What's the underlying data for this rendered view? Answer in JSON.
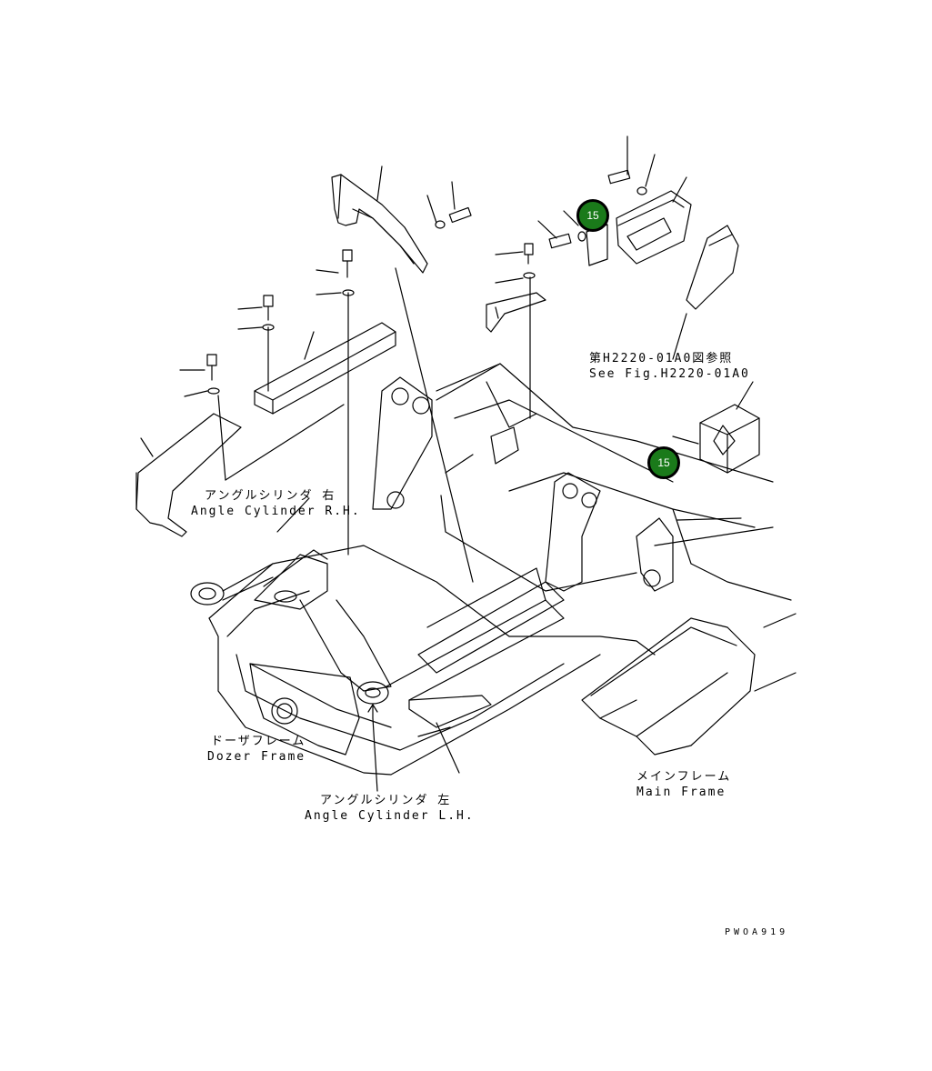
{
  "labels": {
    "angle_cyl_rh_jp": "アングルシリンダ 右",
    "angle_cyl_rh_en": "Angle Cylinder R.H.",
    "angle_cyl_lh_jp": "アングルシリンダ 左",
    "angle_cyl_lh_en": "Angle Cylinder L.H.",
    "dozer_frame_jp": "ドーザフレーム",
    "dozer_frame_en": "Dozer Frame",
    "main_frame_jp": "メインフレーム",
    "main_frame_en": "Main Frame",
    "see_fig_jp": "第H2220-01A0図参照",
    "see_fig_en": "See Fig.H2220-01A0"
  },
  "callouts": [
    {
      "number": "15"
    },
    {
      "number": "15"
    }
  ],
  "drawing_code": "PWOA919",
  "colors": {
    "callout_fill": "#1a7a1a",
    "callout_border": "#000000",
    "line": "#000000",
    "background": "#ffffff"
  }
}
